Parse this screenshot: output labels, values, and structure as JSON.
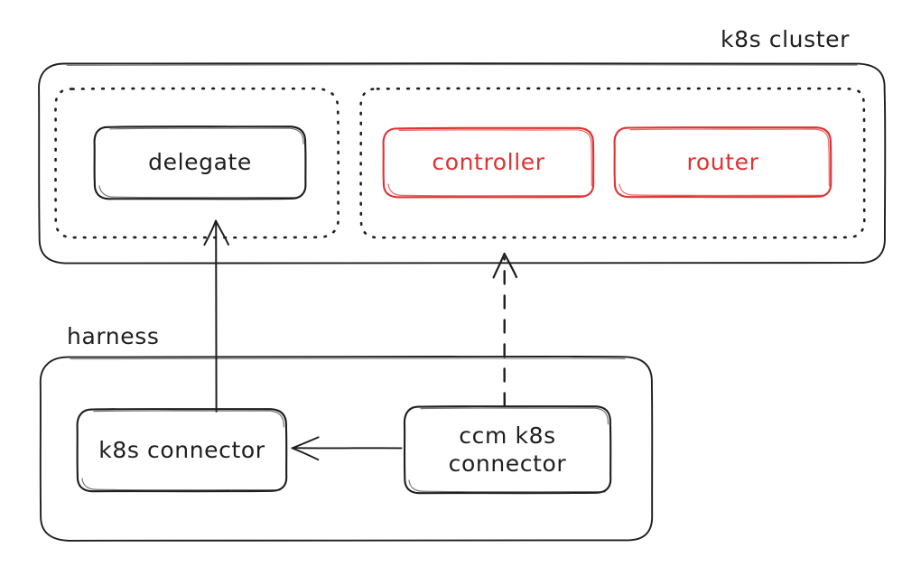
{
  "diagram": {
    "type": "architecture-diagram",
    "style": "hand-drawn",
    "background": "#ffffff",
    "colors": {
      "stroke_default": "#1e1e1e",
      "stroke_accent": "#e03131",
      "text_default": "#1e1e1e",
      "text_accent": "#e03131"
    },
    "groups": [
      {
        "id": "k8s-cluster",
        "label": "k8s cluster",
        "label_position": "top-right-outside",
        "stroke": "#1e1e1e",
        "stroke_style": "solid",
        "subgroups": [
          {
            "id": "cluster-left-zone",
            "label": "",
            "stroke_style": "dotted",
            "nodes": [
              "delegate"
            ]
          },
          {
            "id": "cluster-right-zone",
            "label": "",
            "stroke_style": "dotted",
            "nodes": [
              "controller",
              "router"
            ]
          }
        ]
      },
      {
        "id": "harness",
        "label": "harness",
        "label_position": "top-left-outside",
        "stroke": "#1e1e1e",
        "stroke_style": "solid",
        "nodes": [
          "k8s-connector",
          "ccm-k8s-connector"
        ]
      }
    ],
    "nodes": [
      {
        "id": "delegate",
        "label": "delegate",
        "color": "#1e1e1e",
        "group": "cluster-left-zone"
      },
      {
        "id": "controller",
        "label": "controller",
        "color": "#e03131",
        "group": "cluster-right-zone"
      },
      {
        "id": "router",
        "label": "router",
        "color": "#e03131",
        "group": "cluster-right-zone"
      },
      {
        "id": "k8s-connector",
        "label": "k8s connector",
        "color": "#1e1e1e",
        "group": "harness"
      },
      {
        "id": "ccm-k8s-connector",
        "label": "ccm k8s\nconnector",
        "label_line1": "ccm k8s",
        "label_line2": "connector",
        "color": "#1e1e1e",
        "group": "harness"
      }
    ],
    "edges": [
      {
        "id": "edge-connector-to-delegate",
        "from": "k8s-connector",
        "to": "delegate",
        "style": "solid",
        "arrow": "end",
        "label": ""
      },
      {
        "id": "edge-ccm-to-cluster",
        "from": "ccm-k8s-connector",
        "to": "cluster-right-zone",
        "style": "dashed",
        "arrow": "end",
        "label": ""
      },
      {
        "id": "edge-ccm-to-connector",
        "from": "ccm-k8s-connector",
        "to": "k8s-connector",
        "style": "solid",
        "arrow": "end",
        "label": ""
      }
    ]
  }
}
